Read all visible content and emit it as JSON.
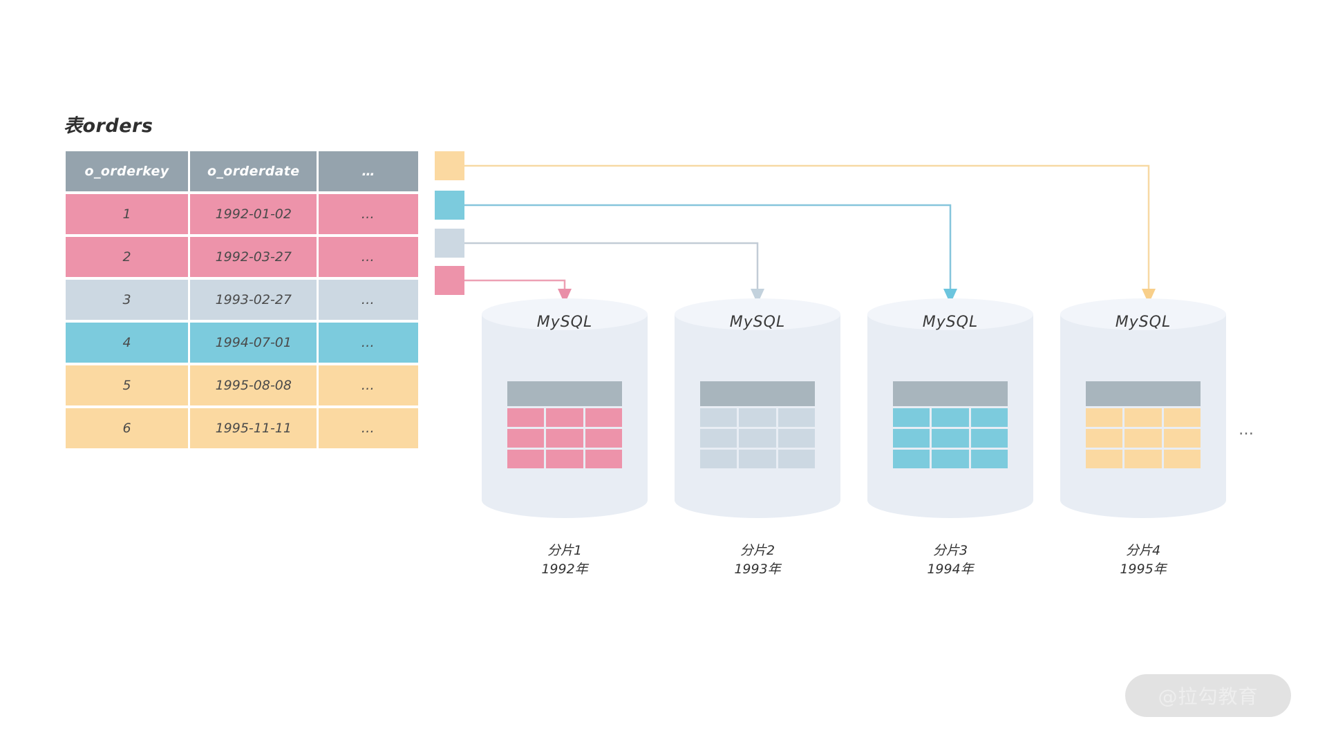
{
  "source_table": {
    "title": "表orders",
    "columns": [
      "o_orderkey",
      "o_orderdate",
      "…"
    ],
    "rows": [
      {
        "o_orderkey": "1",
        "o_orderdate": "1992-01-02",
        "more": "…",
        "color": "#ed93aa",
        "group": "pink"
      },
      {
        "o_orderkey": "2",
        "o_orderdate": "1992-03-27",
        "more": "…",
        "color": "#ed93aa",
        "group": "pink"
      },
      {
        "o_orderkey": "3",
        "o_orderdate": "1993-02-27",
        "more": "…",
        "color": "#ccd8e2",
        "group": "gray"
      },
      {
        "o_orderkey": "4",
        "o_orderdate": "1994-07-01",
        "more": "…",
        "color": "#7ccbdd",
        "group": "cyan"
      },
      {
        "o_orderkey": "5",
        "o_orderdate": "1995-08-08",
        "more": "…",
        "color": "#fbd9a1",
        "group": "amber"
      },
      {
        "o_orderkey": "6",
        "o_orderdate": "1995-11-11",
        "more": "…",
        "color": "#fbd9a1",
        "group": "amber"
      }
    ],
    "header_color": "#95a3ad"
  },
  "legend_swatches": [
    {
      "name": "amber-swatch",
      "color": "#fbd9a1",
      "target": "分片4"
    },
    {
      "name": "cyan-swatch",
      "color": "#7ccbdd",
      "target": "分片3"
    },
    {
      "name": "gray-swatch",
      "color": "#ccd8e2",
      "target": "分片2"
    },
    {
      "name": "pink-swatch",
      "color": "#ed93aa",
      "target": "分片1"
    }
  ],
  "shards": [
    {
      "db_label": "MySQL",
      "name": "分片1",
      "year": "1992年",
      "color": "#ed93aa",
      "label": "分片1\n1992年"
    },
    {
      "db_label": "MySQL",
      "name": "分片2",
      "year": "1993年",
      "color": "#ccd8e2",
      "label": "分片2\n1993年"
    },
    {
      "db_label": "MySQL",
      "name": "分片3",
      "year": "1994年",
      "color": "#7ccbdd",
      "label": "分片3\n1994年"
    },
    {
      "db_label": "MySQL",
      "name": "分片4",
      "year": "1995年",
      "color": "#fbd9a1",
      "label": "分片4\n1995年"
    }
  ],
  "tail_ellipsis": "…",
  "watermark": "@拉勾教育",
  "colors": {
    "pink": "#ed93aa",
    "gray_blue": "#ccd8e2",
    "cyan": "#7ccbdd",
    "amber": "#fbd9a1",
    "header_gray": "#95a3ad",
    "cylinder": "#e8edf4",
    "mini_header": "#a8b5bd"
  }
}
